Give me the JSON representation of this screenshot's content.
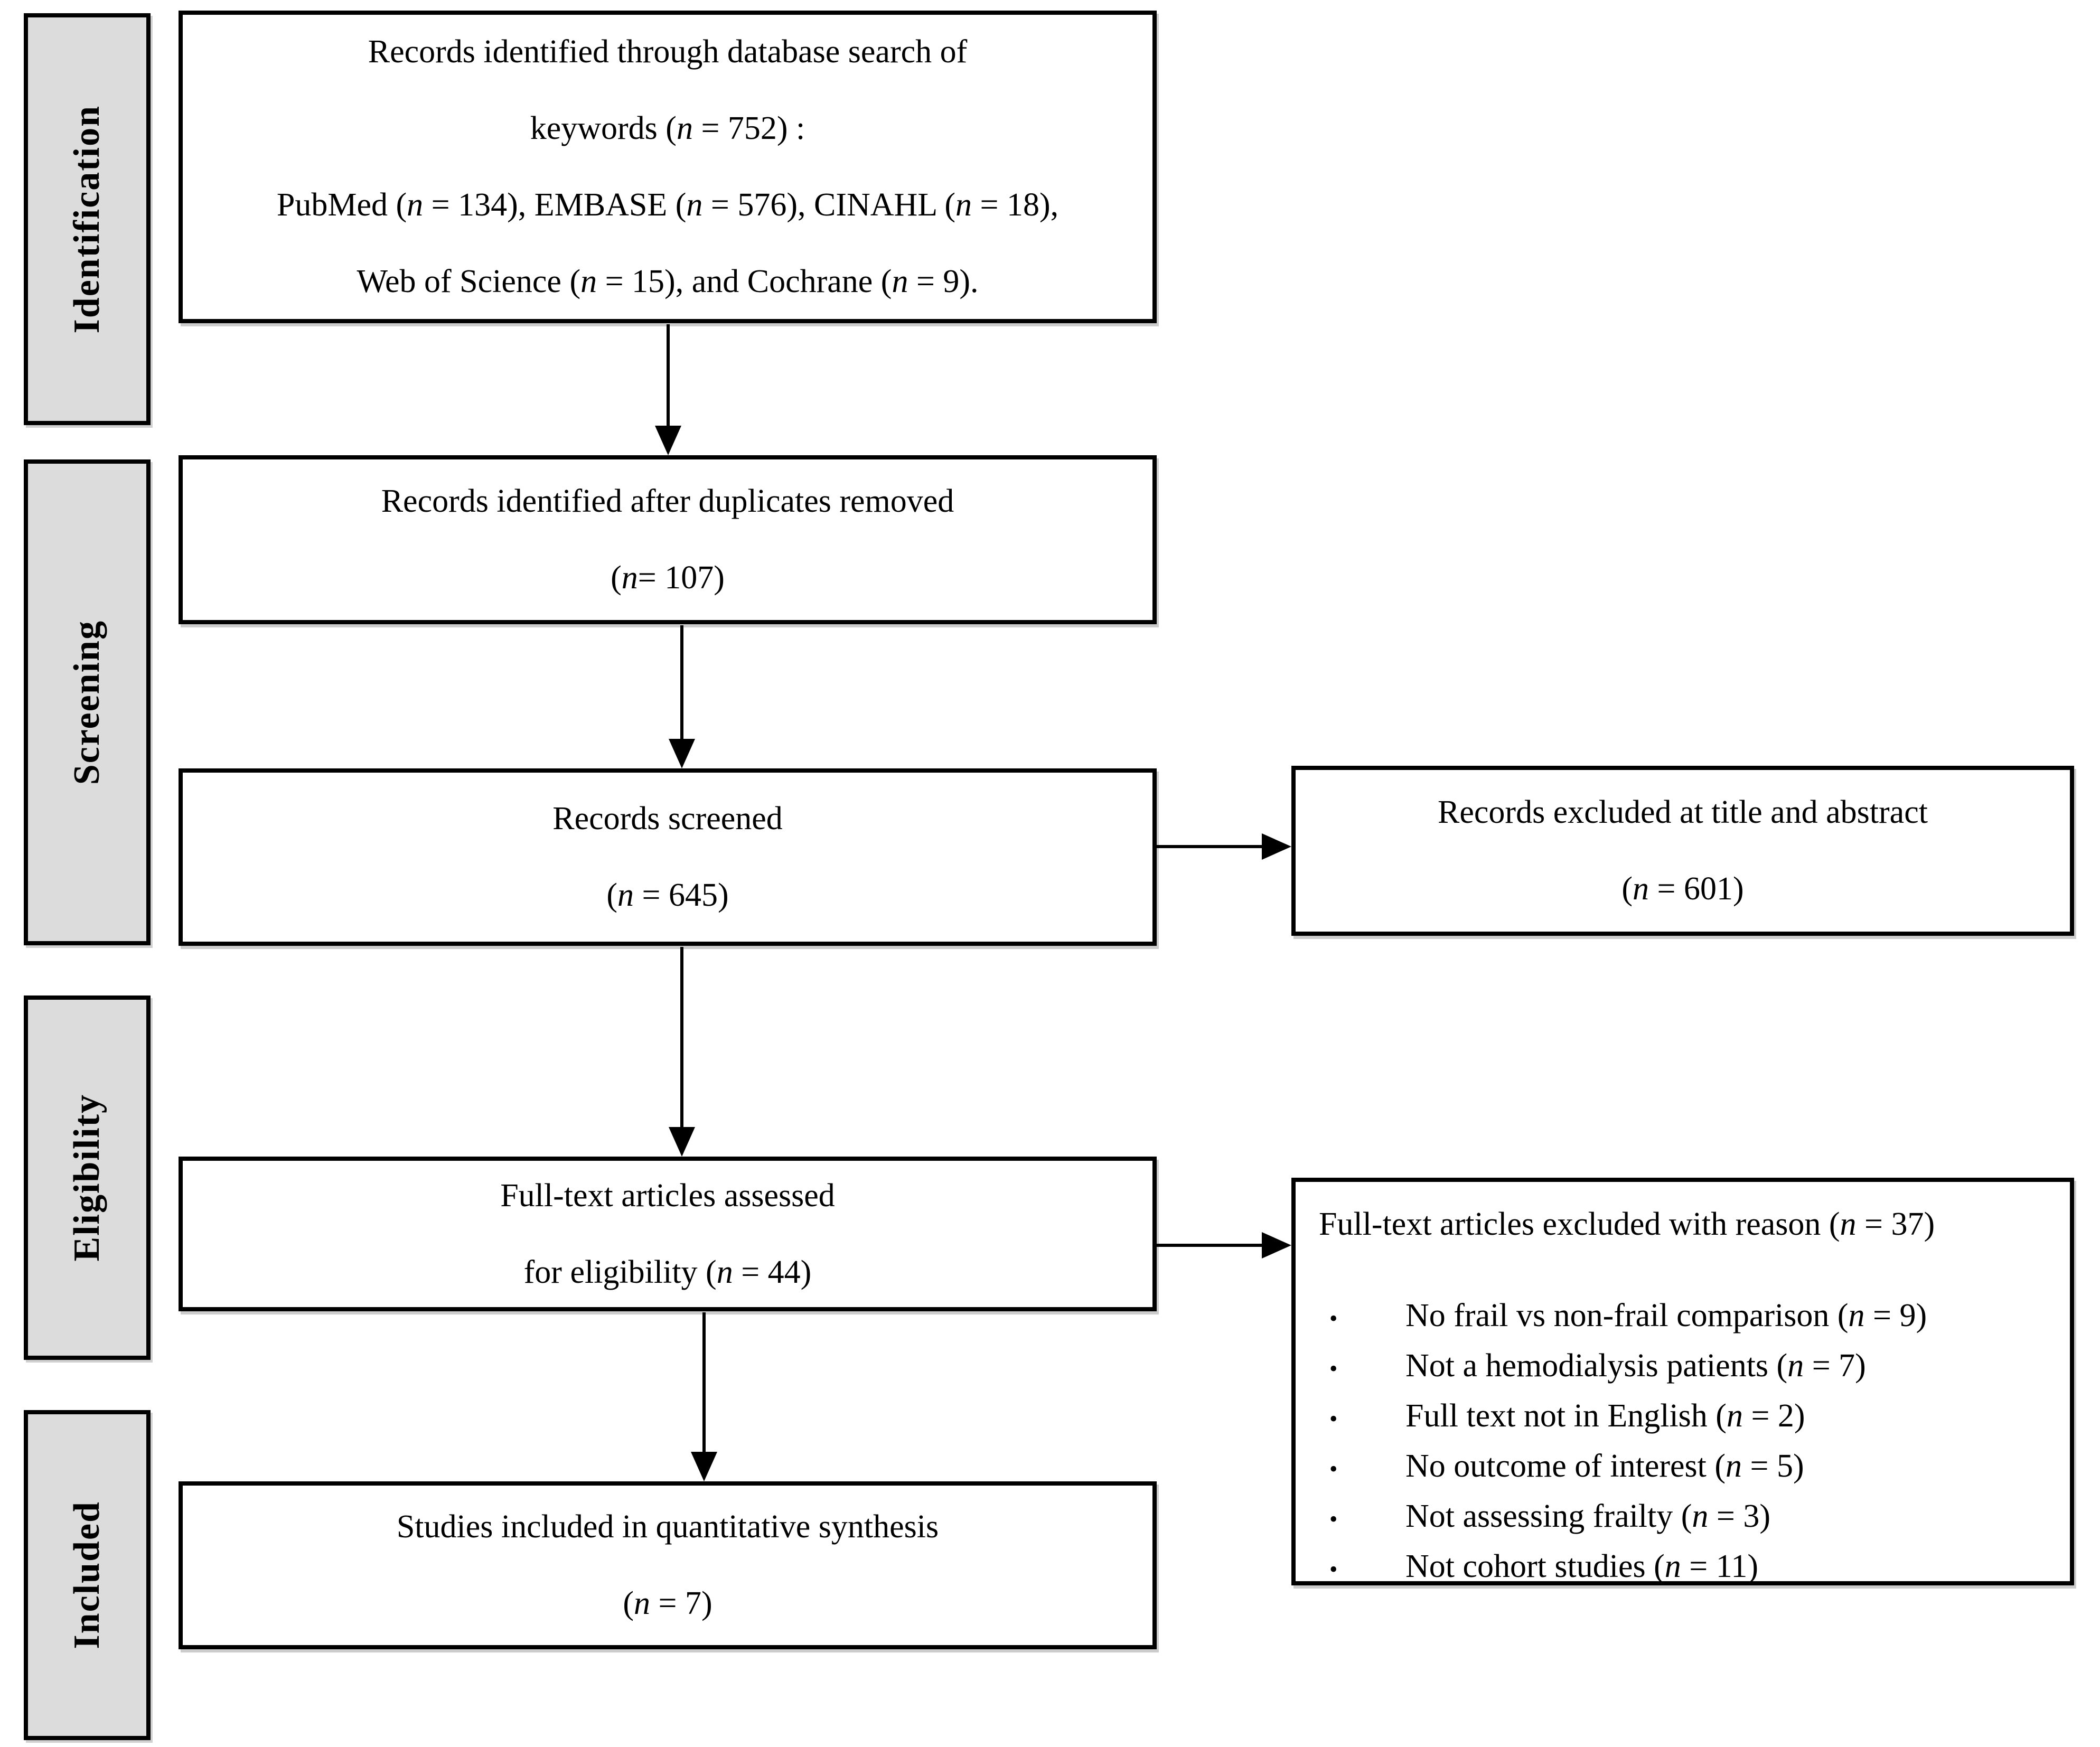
{
  "stages": [
    {
      "label": "Identification"
    },
    {
      "label": "Screening"
    },
    {
      "label": "Eligibility"
    },
    {
      "label": "Included"
    }
  ],
  "boxes": {
    "records_identified": {
      "lines": [
        "Records identified through database search of",
        "keywords (n = 752) :",
        "PubMed (n = 134), EMBASE (n = 576), CINAHL (n = 18),",
        "Web of Science (n = 15), and Cochrane (n = 9)."
      ]
    },
    "duplicates_removed": {
      "lines": [
        "Records identified after duplicates removed",
        "(n= 107)"
      ]
    },
    "records_screened": {
      "lines": [
        "Records screened",
        "(n = 645)"
      ]
    },
    "excluded_title_abstract": {
      "lines": [
        "Records excluded at title and abstract",
        "(n = 601)"
      ]
    },
    "fulltext_assessed": {
      "lines": [
        "Full-text articles assessed",
        "for eligibility (n = 44)"
      ]
    },
    "fulltext_excluded": {
      "title": "Full-text articles excluded with reason (n = 37)",
      "bullet_char": "•",
      "bullets": [
        "No frail vs non-frail comparison (n = 9)",
        "Not a hemodialysis patients (n = 7)",
        "Full text not in English (n = 2)",
        "No outcome of interest (n = 5)",
        "Not assessing frailty (n = 3)",
        "Not cohort studies (n = 11)"
      ]
    },
    "included_synthesis": {
      "lines": [
        "Studies included in quantitative synthesis",
        "(n = 7)"
      ]
    }
  },
  "colors": {
    "stage_fill": "#dcdcdc",
    "border": "#000000",
    "background": "#ffffff"
  }
}
